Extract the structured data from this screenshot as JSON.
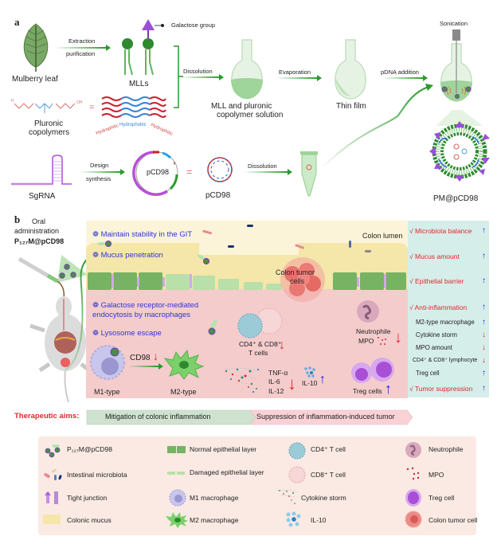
{
  "panel_a": {
    "letter": "a",
    "mulberry_leaf": "Mulberry leaf",
    "extraction_label_1": "Extraction",
    "extraction_label_2": "purification",
    "galactose_group": "Galactose group",
    "mlls": "MLLs",
    "pluronic_1": "Pluronic",
    "pluronic_2": "copolymers",
    "hydrophilic_left": "Hydrophilic",
    "hydrophobic": "Hydrophobic",
    "hydrophilic_right": "Hydrophilic",
    "equals": "=",
    "dissolution_1": "Dissolution",
    "solution_1": "MLL and pluronic",
    "solution_2": "copolymer solution",
    "evaporation": "Evaporation",
    "thin_film": "Thin film",
    "pdna_addition": "pDNA addition",
    "sonication": "Sonication",
    "sgrna": "SgRNA",
    "design_1": "Design",
    "design_2": "synthesis",
    "plasmid_label": "pCD98",
    "pcd98": "pCD98",
    "dissolution_2": "Dissolution",
    "product": "PM@pCD98"
  },
  "panel_b": {
    "letter": "b",
    "oral_1": "Oral",
    "oral_2": "administration",
    "formulation": "P₁₂₇M@pCD98",
    "steps": {
      "stability": "Maintain stability in the GIT",
      "mucus": "Mucus penetration",
      "galactose_1": "Galactose receptor-mediated",
      "galactose_2": "endocytosis by macrophages",
      "lysosome": "Lysosome escape"
    },
    "colon_lumen": "Colon lumen",
    "tumor_1": "Colon tumor",
    "tumor_2": "cells",
    "cd98": "CD98",
    "m1": "M1-type",
    "m2": "M2-type",
    "tcells_1": "CD4⁺ & CD8⁺",
    "tcells_2": "T cells",
    "tnf": "TNF-α",
    "il6": "IL-6",
    "il12": "IL-12",
    "il10": "IL-10",
    "neutrophile": "Neutrophile",
    "mpo": "MPO",
    "treg": "Treg cells",
    "summary": [
      {
        "label": "√ Microbiota balance",
        "type": "main",
        "dir": "up"
      },
      {
        "label": "√ Mucus amount",
        "type": "main",
        "dir": "up"
      },
      {
        "label": "√ Epithelial barrier",
        "type": "main",
        "dir": "up"
      },
      {
        "label": "√ Anti-inflammation",
        "type": "main",
        "dir": "up"
      },
      {
        "label": "M2-type macrophage",
        "type": "sub",
        "dir": "up"
      },
      {
        "label": "Cytokine storm",
        "type": "sub",
        "dir": "down"
      },
      {
        "label": "MPO amount",
        "type": "sub",
        "dir": "down"
      },
      {
        "label": "CD4⁺ & CD8⁺ lymphocyte",
        "type": "sub",
        "dir": "down"
      },
      {
        "label": "Treg cell",
        "type": "sub",
        "dir": "up"
      },
      {
        "label": "√ Tumor suppression",
        "type": "main",
        "dir": "up"
      }
    ],
    "arrow_up": "↑",
    "arrow_down": "↓"
  },
  "therapeutic": {
    "label": "Therapeutic aims:",
    "aim_1": "Mitigation of colonic inflammation",
    "aim_2": "Suppression of inflammation-induced tumor"
  },
  "legend": [
    {
      "icon": "nanoparticle-icon",
      "label": "P₁₂₇M@pCD98"
    },
    {
      "icon": "microbiota-icon",
      "label": "Intestinal microbiota"
    },
    {
      "icon": "tight-junction-icon",
      "label": "Tight junction"
    },
    {
      "icon": "mucus-icon",
      "label": "Colonic mucus"
    },
    {
      "icon": "normal-epithelium-icon",
      "label": "Normal epithelial layer"
    },
    {
      "icon": "damaged-epithelium-icon",
      "label": "Damaged epithelial layer"
    },
    {
      "icon": "m1-macrophage-icon",
      "label": "M1 macrophage"
    },
    {
      "icon": "m2-macrophage-icon",
      "label": "M2 macrophage"
    },
    {
      "icon": "cd4-t-cell-icon",
      "label": "CD4⁺ T cell"
    },
    {
      "icon": "cd8-t-cell-icon",
      "label": "CD8⁺ T cell"
    },
    {
      "icon": "cytokine-storm-icon",
      "label": "Cytokine storm"
    },
    {
      "icon": "il10-icon",
      "label": "IL-10"
    },
    {
      "icon": "neutrophile-icon",
      "label": "Neutrophile"
    },
    {
      "icon": "mpo-icon",
      "label": "MPO"
    },
    {
      "icon": "treg-cell-icon",
      "label": "Treg cell"
    },
    {
      "icon": "colon-tumor-cell-icon",
      "label": "Colon tumor cell"
    }
  ],
  "colors": {
    "green": "#2a9a2a",
    "purple": "#9b4fd6",
    "red": "#e0282e",
    "blue": "#2e36d6",
    "mucus": "#f5e9b8",
    "lamina": "#f4cccc",
    "summary_bg": "#d5eeea",
    "legend_bg": "#fbeae3"
  }
}
